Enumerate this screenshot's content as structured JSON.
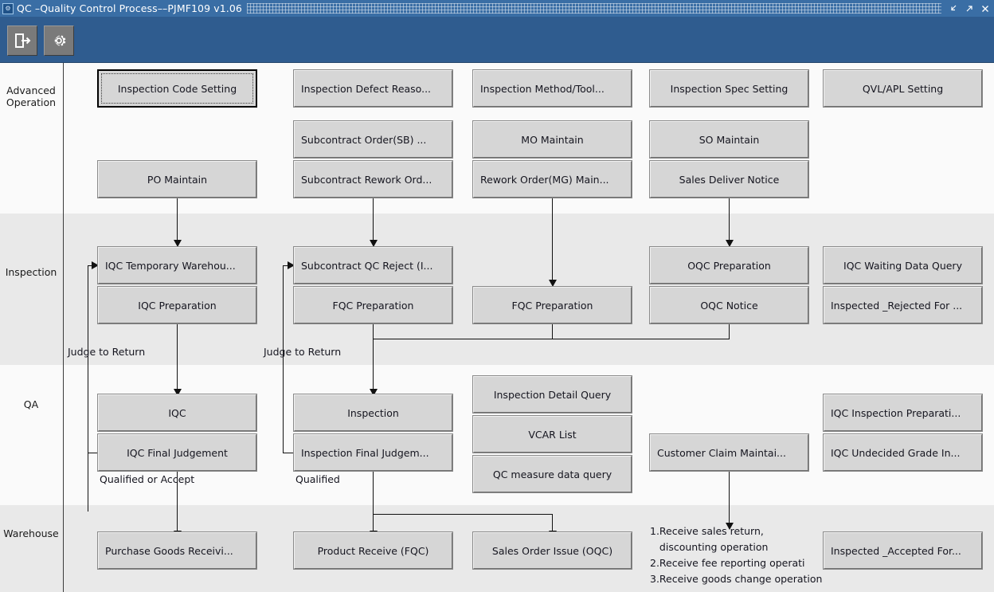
{
  "window": {
    "title": "QC –Quality Control Process––PJMF109 v1.06",
    "app_icon": "app-window-icon",
    "minimize_label": "⤵",
    "maximize_label": "↗",
    "close_label": "✕"
  },
  "toolbar": {
    "items": [
      {
        "name": "exit-button",
        "icon": "exit-door-icon",
        "label": "Exit"
      },
      {
        "name": "settings-button",
        "icon": "gear-icon",
        "label": "Settings"
      }
    ]
  },
  "lanes": [
    {
      "label": "Advanced\nOperation",
      "label_line1": "Advanced",
      "label_line2": "Operation"
    },
    {
      "label": "Inspection"
    },
    {
      "label": "QA"
    },
    {
      "label": "Warehouse"
    }
  ],
  "nodes": {
    "inspection_code_setting": "Inspection Code Setting",
    "inspection_defect_reason": "Inspection Defect Reaso...",
    "inspection_method_tool": "Inspection Method/Tool...",
    "inspection_spec_setting": "Inspection Spec Setting",
    "qvl_apl_setting": "QVL/APL Setting",
    "subcontract_order_sb": "Subcontract Order(SB) ...",
    "mo_maintain": "MO Maintain",
    "so_maintain": "SO Maintain",
    "po_maintain": "PO Maintain",
    "subcontract_rework_order": "Subcontract Rework Ord...",
    "rework_order_mg_maintain": "Rework Order(MG) Main...",
    "sales_deliver_notice": "Sales Deliver Notice",
    "iqc_temporary_warehouse": "IQC Temporary Warehou...",
    "subcontract_qc_reject": "Subcontract QC Reject (I...",
    "oqc_preparation": "OQC Preparation",
    "iqc_waiting_data_query": "IQC Waiting Data Query",
    "iqc_preparation": "IQC Preparation",
    "fqc_preparation_2": "FQC Preparation",
    "fqc_preparation_3": "FQC Preparation",
    "oqc_notice": "OQC Notice",
    "inspected_rejected_for": "Inspected _Rejected For ...",
    "iqc": "IQC",
    "inspection": "Inspection",
    "inspection_detail_query": "Inspection Detail Query",
    "iqc_inspection_preparation": "IQC Inspection Preparati...",
    "iqc_final_judgement": "IQC Final Judgement",
    "inspection_final_judgement": "Inspection Final Judgem...",
    "vcar_list": "VCAR List",
    "customer_claim_maintain": "Customer Claim Maintai...",
    "iqc_undecided_grade": "IQC Undecided Grade In...",
    "qc_measure_data_query": "QC measure data query",
    "purchase_goods_receiving": "Purchase Goods Receivi...",
    "product_receive_fqc": "Product Receive (FQC)",
    "sales_order_issue_oqc": "Sales Order Issue (OQC)",
    "inspected_accepted_for": "Inspected _Accepted For..."
  },
  "edge_labels": {
    "judge_to_return_1": "Judge to Return",
    "judge_to_return_2": "Judge to Return",
    "qualified_or_accept": "Qualified or Accept",
    "qualified": "Qualified"
  },
  "notes": {
    "warehouse_note": "1.Receive sales return,\n   discounting operation\n2.Receive fee reporting operati\n3.Receive goods change operation"
  },
  "colors": {
    "titlebar": "#3a6ea5",
    "toolbar": "#2f5c8f",
    "canvas": "#fafafa",
    "lane_alt": "#e9e9e9",
    "node_face": "#d6d6d6",
    "connector": "#111111"
  }
}
